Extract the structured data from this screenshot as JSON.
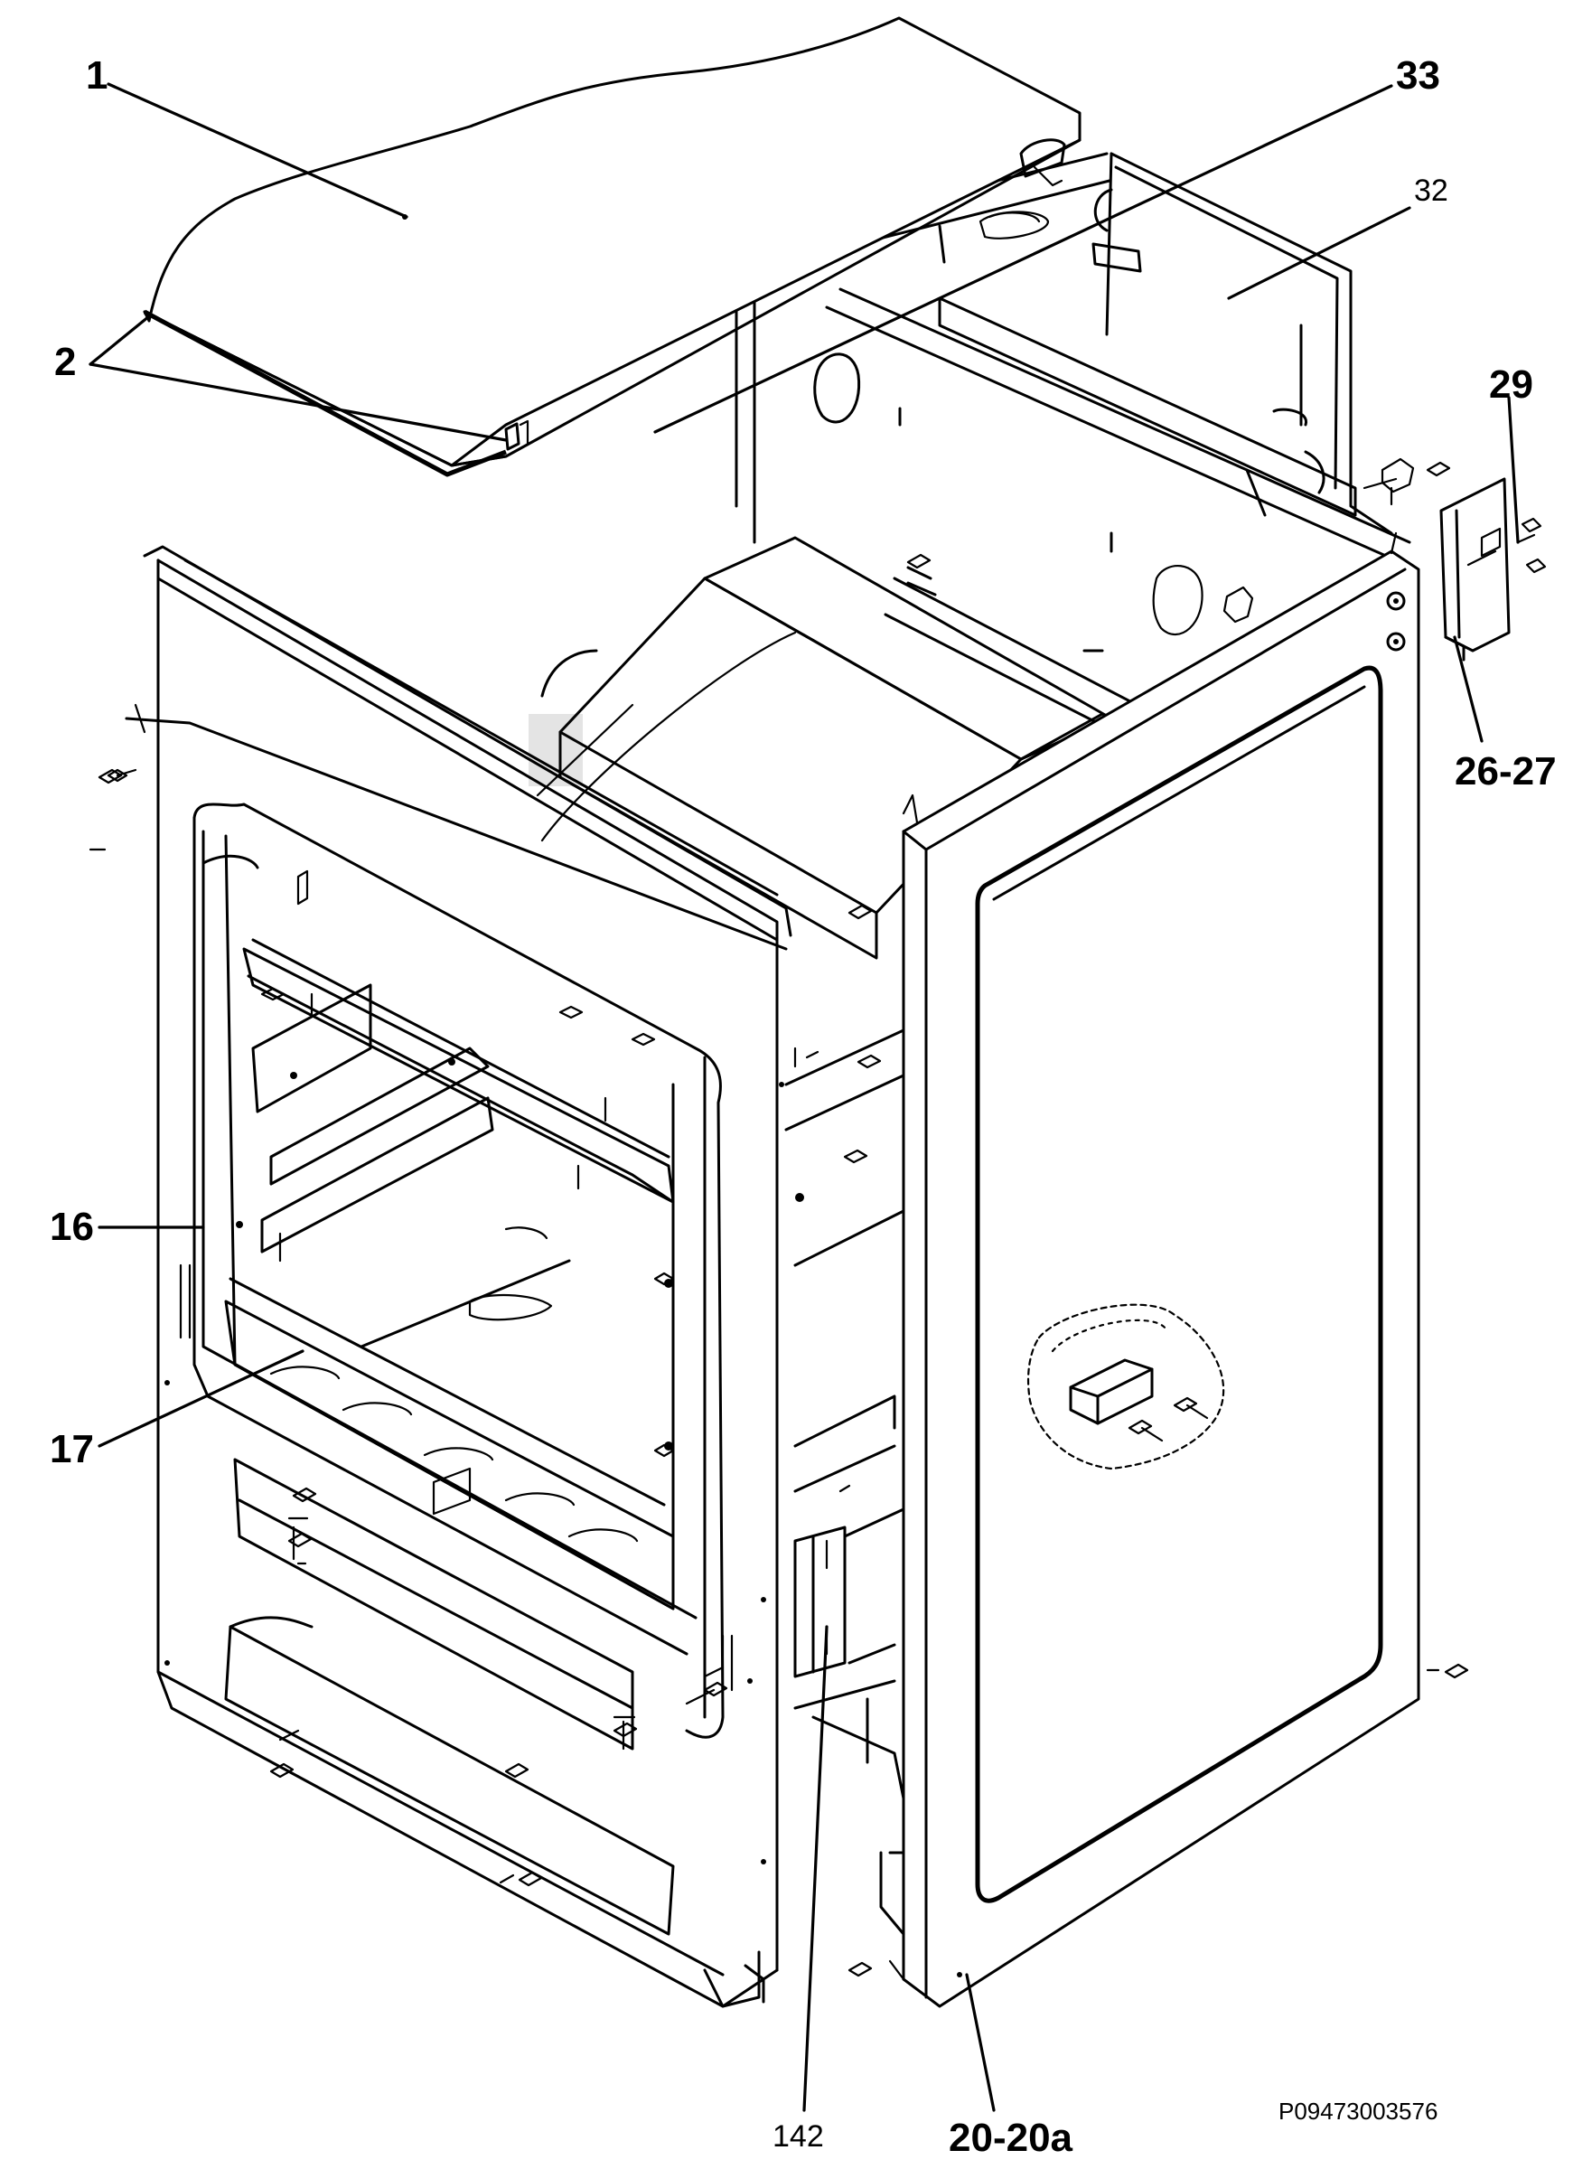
{
  "diagram": {
    "callouts": [
      {
        "id": "1",
        "text": "1"
      },
      {
        "id": "2",
        "text": "2"
      },
      {
        "id": "33",
        "text": "33"
      },
      {
        "id": "32",
        "text": "32"
      },
      {
        "id": "29",
        "text": "29"
      },
      {
        "id": "26-27",
        "text": "26-27"
      },
      {
        "id": "16",
        "text": "16"
      },
      {
        "id": "17",
        "text": "17"
      },
      {
        "id": "142",
        "text": "142"
      },
      {
        "id": "20-20a",
        "text": "20-20a"
      }
    ],
    "drawing_code": "P09473003576"
  }
}
